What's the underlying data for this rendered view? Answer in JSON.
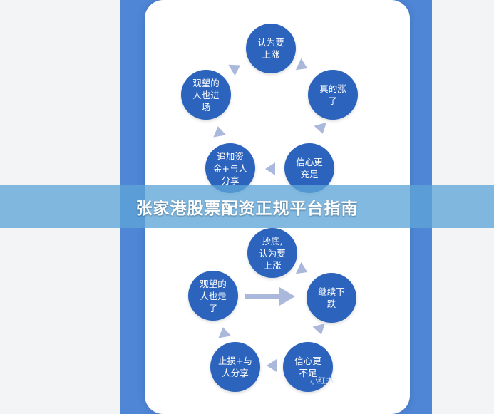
{
  "top_cycle": {
    "nodes": [
      "认为要\n上涨",
      "真的涨\n了",
      "信心更\n充足",
      "追加资\n金+与人\n分享",
      "观望的\n人也进\n场"
    ]
  },
  "bottom_cycle": {
    "nodes": [
      "抄底,\n认为要\n上涨",
      "继续下\n跌",
      "信心更\n不足",
      "止损+与\n人分享",
      "观望的\n人也走\n了"
    ]
  },
  "banner": {
    "text": "张家港股票配资正规平台指南"
  },
  "watermark": {
    "text": "小红书"
  },
  "colors": {
    "node": "#2b63bd",
    "frame": "#4f86d6",
    "arrow": "#aab8dc",
    "banner": "#5fa5d7"
  }
}
